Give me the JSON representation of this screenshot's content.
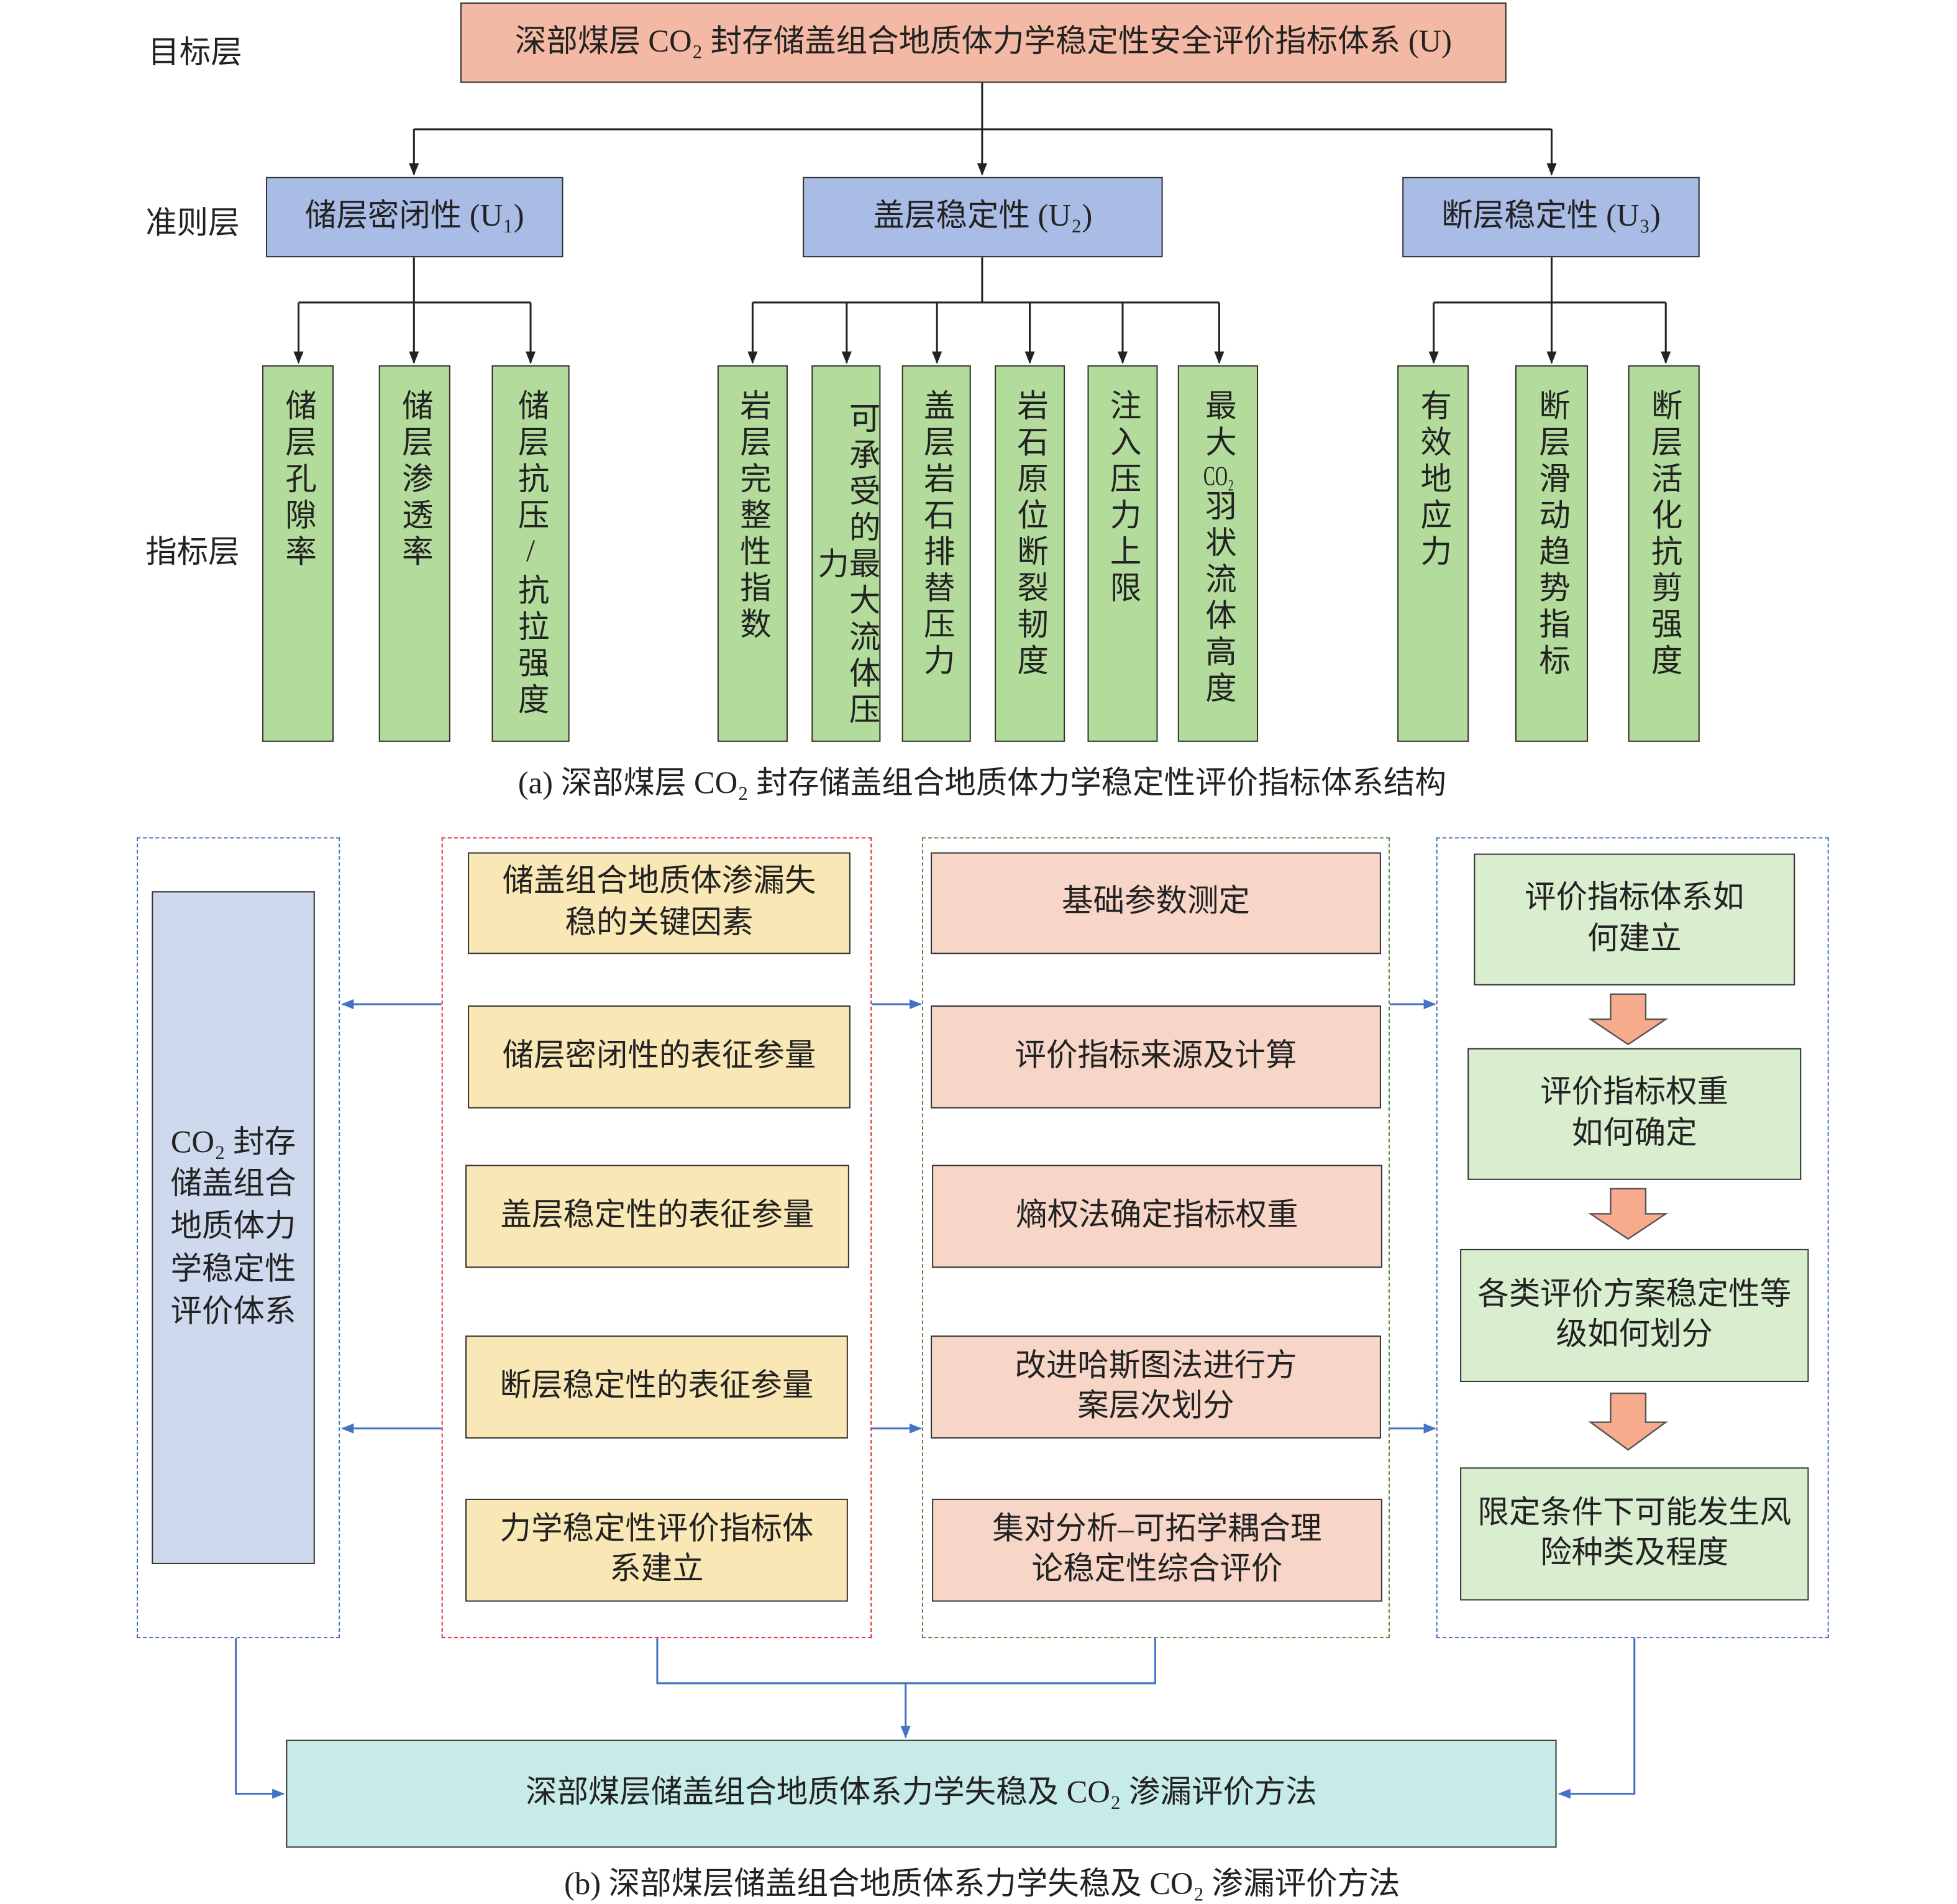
{
  "layers": {
    "goal": "目标层",
    "criteria": "准则层",
    "indicator": "指标层"
  },
  "goal": "深部煤层 CO₂ 封存储盖组合地质体力学稳定性安全评价指标体系 (U)",
  "criteria": [
    "储层密闭性 (U₁)",
    "盖层稳定性 (U₂)",
    "断层稳定性 (U₃)"
  ],
  "indicators": {
    "u1": [
      "储层孔隙率",
      "储层渗透率",
      "储层抗压/抗拉强度"
    ],
    "u2": [
      "岩层完整性指数",
      "可承受的最大流体压力",
      "盖层岩石排替压力",
      "岩石原位断裂韧度",
      "注入压力上限"
    ],
    "u2_last": {
      "pre": "最大",
      "co2": "CO₂",
      "post": "羽状流体高度"
    },
    "u3": [
      "有效地应力",
      "断层滑动趋势指标",
      "断层活化抗剪强度"
    ]
  },
  "caption_a": "(a) 深部煤层 CO₂ 封存储盖组合地质体力学稳定性评价指标体系结构",
  "left_box": "CO₂ 封存储盖组合地质体力学稳定性评价体系",
  "key_factors": [
    "储盖组合地质体渗漏失稳的关键因素",
    "储层密闭性的表征参量",
    "盖层稳定性的表征参量",
    "断层稳定性的表征参量",
    "力学稳定性评价指标体系建立"
  ],
  "methods": [
    "基础参数测定",
    "评价指标来源及计算",
    "熵权法确定指标权重",
    "改进哈斯图法进行方案层次划分",
    "集对分析–可拓学耦合理论稳定性综合评价"
  ],
  "questions": [
    "评价指标体系如何建立",
    "评价指标权重如何确定",
    "各类评价方案稳定性等级如何划分",
    "限定条件下可能发生风险种类及程度"
  ],
  "bottom_box": "深部煤层储盖组合地质体系力学失稳及 CO₂ 渗漏评价方法",
  "caption_b": "(b) 深部煤层储盖组合地质体系力学失稳及 CO₂ 渗漏评价方法",
  "colors": {
    "goal": "#f4b9a4",
    "criteria": "#a9bce6",
    "indicator": "#b3dc9c",
    "key": "#f9e8b6",
    "method": "#f7d6c8",
    "question": "#d9edcf",
    "left": "#cfd9ee",
    "bottom": "#c6ebe8",
    "arrow_b": "#4472c4"
  }
}
